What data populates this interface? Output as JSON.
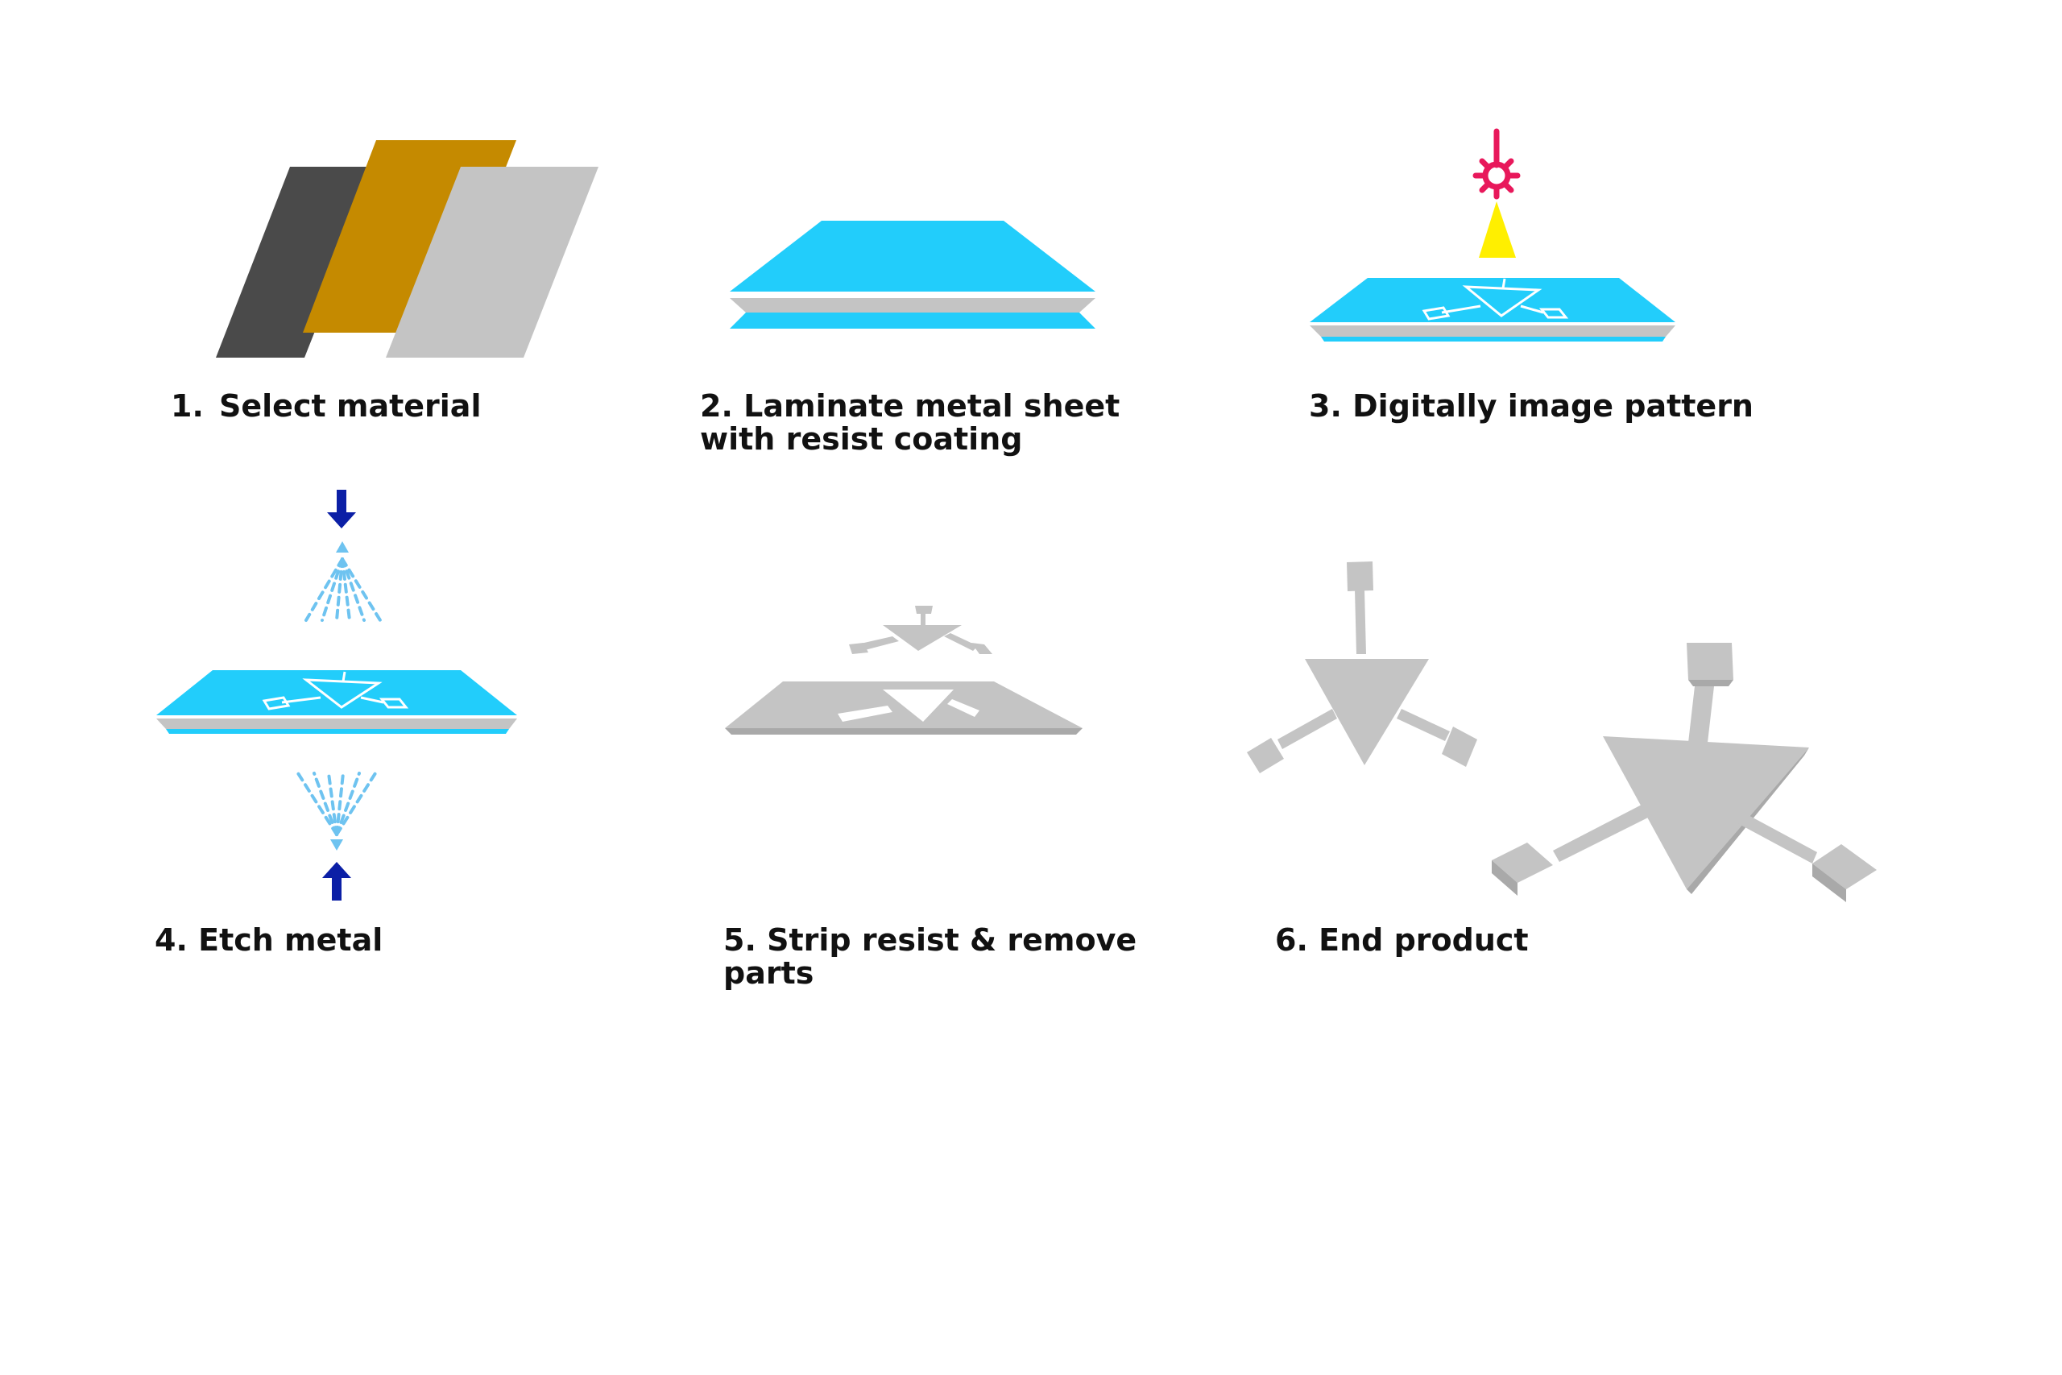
{
  "colors": {
    "resist_blue": "#22cdfb",
    "metal_grey": "#c4c4c4",
    "dark_grey": "#4a4a4a",
    "gold": "#c58a00",
    "laser_magenta": "#e8185b",
    "light_yellow": "#ffef00",
    "arrow_navy": "#0b1fa6",
    "spray_blue": "#6ec3f0"
  },
  "steps": [
    {
      "number": "1.",
      "title": [
        "Select material"
      ],
      "illustration": "material-sheets"
    },
    {
      "number": "2.",
      "title": [
        "Laminate metal sheet",
        "with resist coating"
      ],
      "illustration": "laminated-sheet"
    },
    {
      "number": "3.",
      "title": [
        "Digitally image pattern"
      ],
      "illustration": "laser-imaging"
    },
    {
      "number": "4.",
      "title": [
        "Etch metal"
      ],
      "illustration": "etching-spray"
    },
    {
      "number": "5.",
      "title": [
        "Strip resist & remove",
        "parts"
      ],
      "illustration": "stripped-parts"
    },
    {
      "number": "6.",
      "title": [
        "End product"
      ],
      "illustration": "finished-parts"
    }
  ]
}
